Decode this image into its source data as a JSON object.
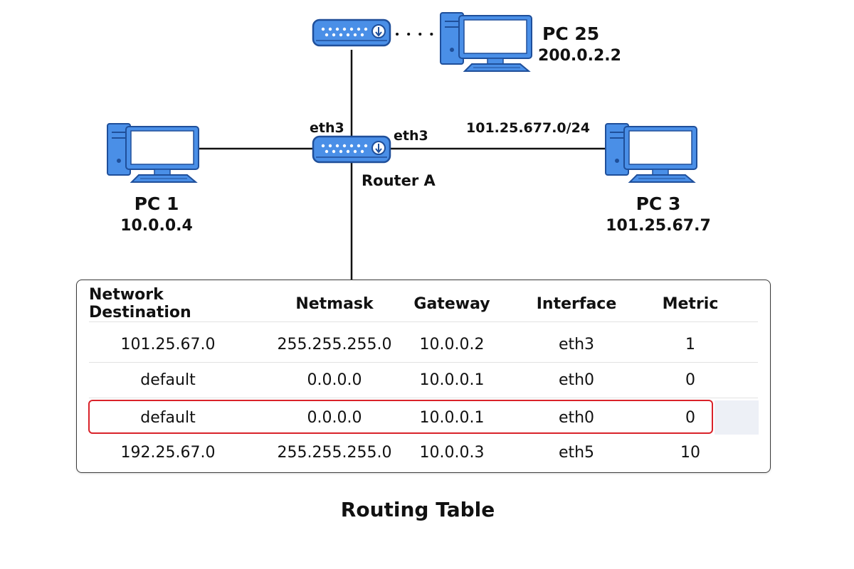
{
  "nodes": {
    "pc25": {
      "name": "PC 25",
      "ip": "200.0.2.2"
    },
    "pc1": {
      "name": "PC 1",
      "ip": "10.0.0.4"
    },
    "pc3": {
      "name": "PC 3",
      "ip": "101.25.67.7"
    },
    "router_a": {
      "name": "Router A",
      "iface_left": "eth3",
      "iface_right": "eth3"
    }
  },
  "links": {
    "router_to_pc3_subnet": "101.25.677.0/24"
  },
  "routing_table": {
    "columns": [
      "Network Destination",
      "Netmask",
      "Gateway",
      "Interface",
      "Metric"
    ],
    "rows": [
      [
        "101.25.67.0",
        "255.255.255.0",
        "10.0.0.2",
        "eth3",
        "1"
      ],
      [
        "default",
        "0.0.0.0",
        "10.0.0.1",
        "eth0",
        "0"
      ],
      [
        "default",
        "0.0.0.0",
        "10.0.0.1",
        "eth0",
        "0"
      ],
      [
        "192.25.67.0",
        "255.255.255.0",
        "10.0.0.3",
        "eth5",
        "10"
      ]
    ],
    "highlighted_row": 2,
    "highlight_color": "#d9222a"
  },
  "caption": "Routing Table",
  "colors": {
    "device_blue": "#4a8fe7",
    "device_outline": "#1f4f9a",
    "screen": "#ffffff"
  }
}
